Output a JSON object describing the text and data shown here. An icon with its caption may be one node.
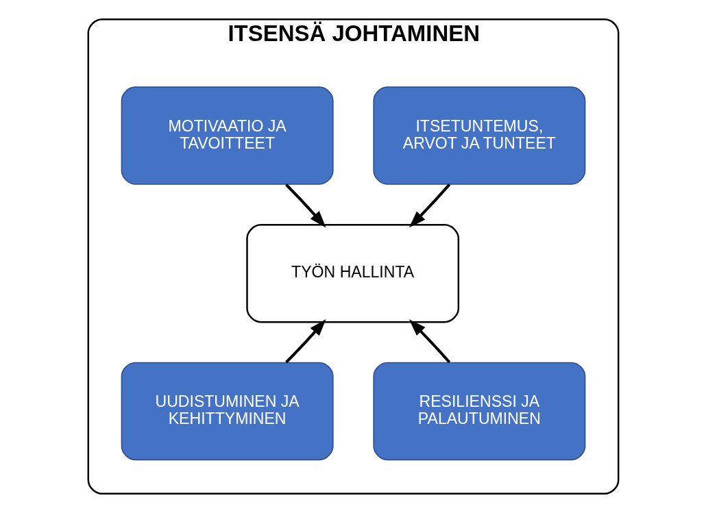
{
  "diagram": {
    "nodes": [
      {
        "text": [
          "ITSENSÄ JOHTAMINEN"
        ]
      },
      {
        "text": [
          "ITSETUNTEMUS, ARVOT JA TUNTEET"
        ],
        "in": 0
      },
      {
        "text": [
          "MOTIVAATIO JA TAVOITTEET"
        ],
        "in": 0
      },
      {
        "text": [
          "TYÖN HALLINTA"
        ],
        "in": 0
      },
      {
        "text": [
          "UUDISTUMINEN JA KEHITTYMINEN"
        ],
        "in": 0
      },
      {
        "text": [
          "RESILIENSSI JA PALAUTUMINEN"
        ],
        "in": 0
      }
    ],
    "edges": [
      {
        "from": 1,
        "to": 3,
        "arrow": "to"
      },
      {
        "from": 2,
        "to": 3,
        "arrow": "to"
      },
      {
        "from": 4,
        "to": 3,
        "arrow": "to"
      },
      {
        "from": 5,
        "to": 3,
        "arrow": "to"
      }
    ]
  }
}
